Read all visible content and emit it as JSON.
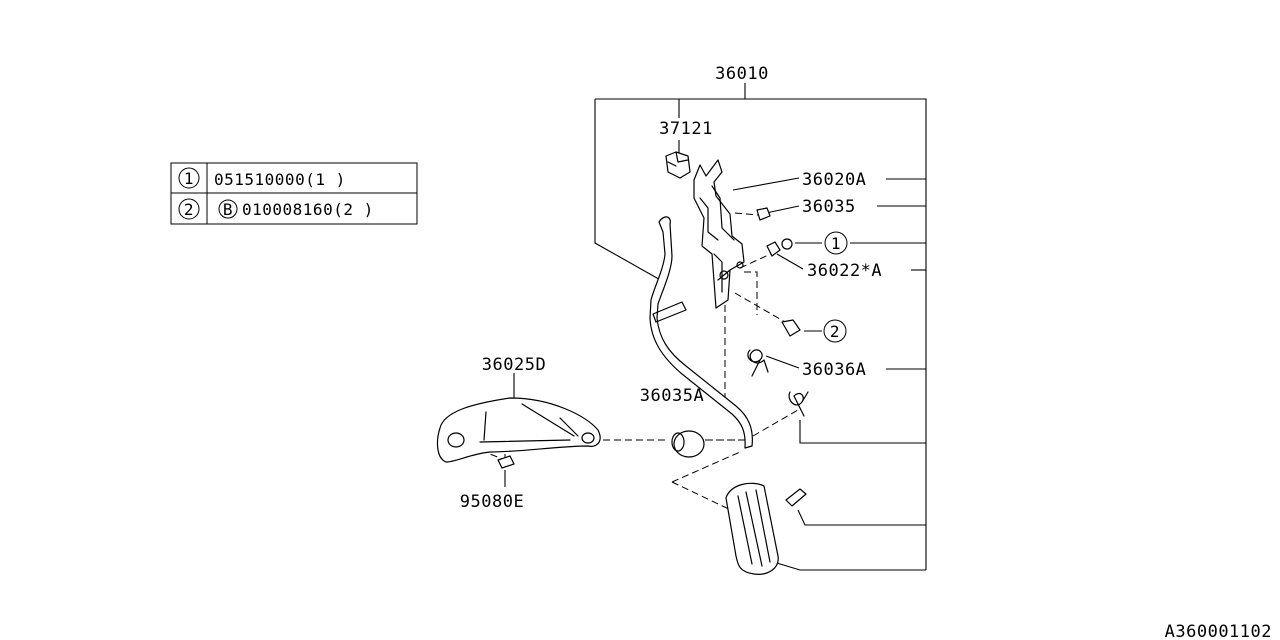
{
  "parts": {
    "p36010": "36010",
    "p37121": "37121",
    "p36020A": "36020A",
    "p36035": "36035",
    "p36022A": "36022*A",
    "p36036A": "36036A",
    "p36025D": "36025D",
    "p36035A": "36035A",
    "p95080E": "95080E"
  },
  "callouts": {
    "c1": "1",
    "c2": "2"
  },
  "fastener_table": [
    {
      "no": "1",
      "prefix": "",
      "part": "051510000(1 )"
    },
    {
      "no": "2",
      "prefix": "B",
      "part": "010008160(2 )"
    }
  ],
  "diagram_id": "A360001102"
}
